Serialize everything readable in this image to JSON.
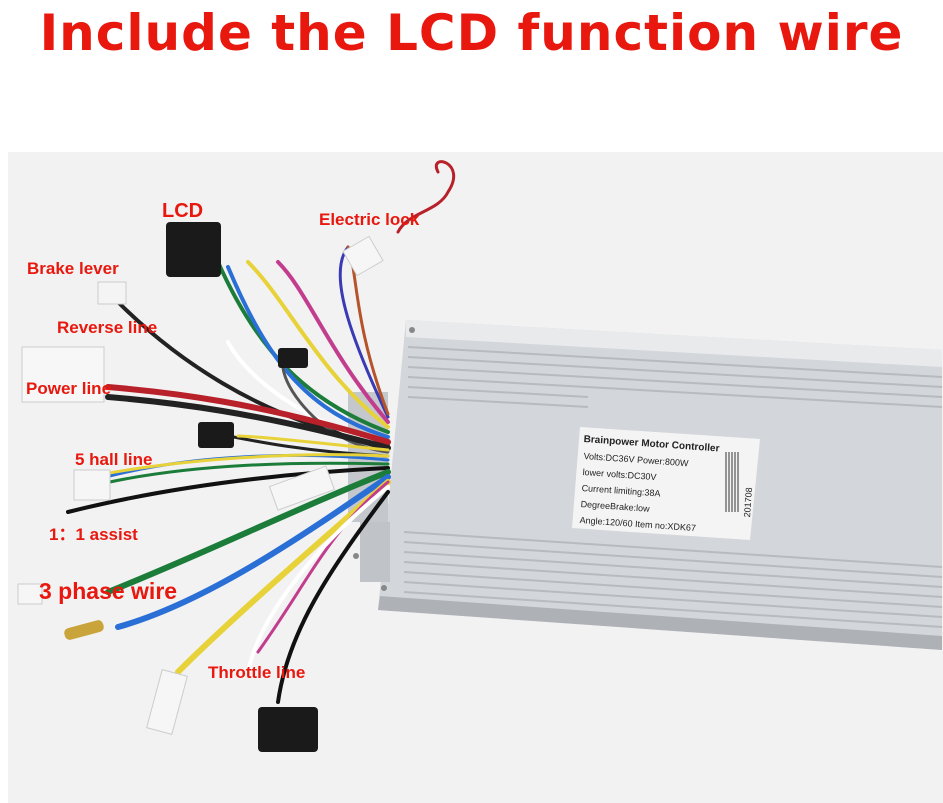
{
  "headline": "Include the LCD function wire",
  "labels": {
    "lcd": "LCD",
    "electric_lock": "Electric lock",
    "brake_lever": "Brake lever",
    "reverse_line": "Reverse line",
    "power_line": "Power line",
    "hall_line": "5 hall line",
    "assist": "1：1 assist",
    "phase_wire": "3 phase wire",
    "throttle_line": "Throttle line"
  },
  "sticker": {
    "title": "Brainpower Motor Controller",
    "line1": "Volts:DC36V   Power:800W",
    "line2": "lower volts:DC30V",
    "line3": "Current limiting:38A",
    "line4": "DegreeBrake:low",
    "line5": "Angle:120/60  Item no:XDK67",
    "date_code": "201708"
  },
  "colors": {
    "headline": "#e8180f",
    "label": "#e8180f",
    "housing": "#c9ccd0"
  }
}
